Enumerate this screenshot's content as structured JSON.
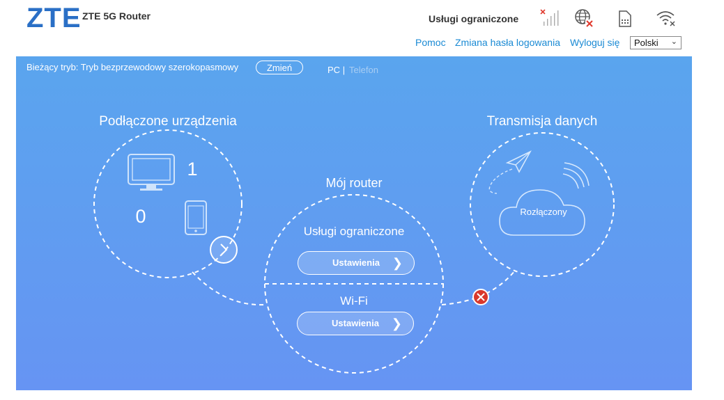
{
  "header": {
    "logo": "ZTE",
    "product": "ZTE 5G Router",
    "status_text": "Usługi ograniczone",
    "icons": [
      "signal-icon",
      "globe-disconnected-icon",
      "sim-icon",
      "wifi-off-icon"
    ]
  },
  "links": {
    "help": "Pomoc",
    "change_password": "Zmiana hasła logowania",
    "logout": "Wyloguj się",
    "language": "Polski"
  },
  "main": {
    "mode_text": "Bieżący tryb: Tryb bezprzewodowy szerokopasmowy",
    "change_button": "Zmień",
    "view_pc": "PC",
    "view_separator": "|",
    "view_phone": "Telefon",
    "devices": {
      "title": "Podłączone urządzenia",
      "pc_count": "1",
      "phone_count": "0"
    },
    "router": {
      "title": "Mój router",
      "service_status": "Usługi ograniczone",
      "settings1": "Ustawienia",
      "wifi_label": "Wi-Fi",
      "settings2": "Ustawienia"
    },
    "data": {
      "title": "Transmisja danych",
      "status": "Rozłączony"
    }
  },
  "colors": {
    "panel_top": "#5aa5ee",
    "panel_bottom": "#6694f3",
    "link": "#1a8ad4",
    "error": "#d9382c",
    "logo": "#2a6fc6"
  }
}
